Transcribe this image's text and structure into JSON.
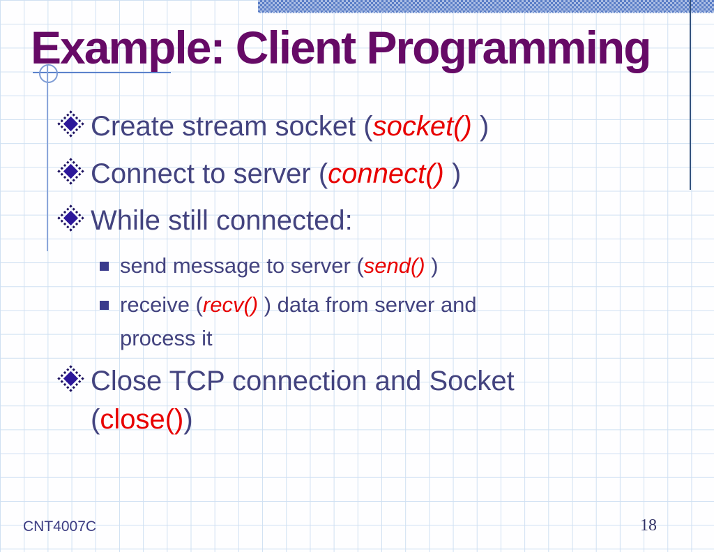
{
  "title": "Example: Client Programming",
  "bullets": {
    "item1": {
      "pre": "Create stream socket (",
      "code": "socket()",
      "post": " )"
    },
    "item2": {
      "pre": "Connect to server (",
      "code": "connect()",
      "post": " )"
    },
    "item3": {
      "text": "While still connected:"
    },
    "sub1": {
      "pre": "send message to server (",
      "code": "send()",
      "post": " )"
    },
    "sub2": {
      "pre": "receive (",
      "code": "recv()",
      "post": " ) data from server and",
      "line2": "process it"
    },
    "item4": {
      "line1": "Close TCP connection and Socket",
      "open": "(",
      "code": "close()",
      "close": ")"
    }
  },
  "footer": {
    "course": "CNT4007C",
    "page_number": "18"
  },
  "colors": {
    "title": "#660a66",
    "body_text": "#43437f",
    "code_red": "#e80000",
    "grid_line": "#cfe0f2",
    "bar_blue_dark": "#5b7ec6",
    "bar_blue_light": "#a9bce4",
    "right_line": "#33517d",
    "accent_blue": "#7d9bd4",
    "bullet_indigo": "#2d189a"
  },
  "icons": {
    "level1_bullet": "diamond-bullet",
    "level2_bullet": "square-bullet",
    "decoration": "circle-compass"
  }
}
